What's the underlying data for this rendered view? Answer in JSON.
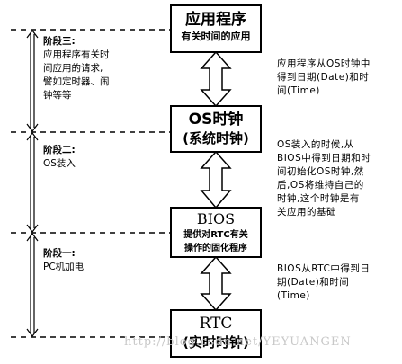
{
  "boxes": {
    "app": {
      "title": "应用程序",
      "subtitle": "有关时间的应用"
    },
    "os": {
      "title": "OS时钟",
      "subtitle": "(系统时钟)"
    },
    "bios": {
      "title": "BIOS",
      "line2": "提供对RTC有关",
      "line3": "操作的固化程序"
    },
    "rtc": {
      "title": "RTC",
      "subtitle": "(实时时钟)"
    }
  },
  "stages": {
    "three": {
      "title": "阶段三:",
      "lines": [
        "应用程序有关时",
        "间应用的请求,",
        "譬如定时器、闹",
        "钟等等"
      ]
    },
    "two": {
      "title": "阶段二:",
      "lines": [
        "OS装入"
      ]
    },
    "one": {
      "title": "阶段一:",
      "lines": [
        "PC机加电"
      ]
    }
  },
  "notes": {
    "app_os": [
      "应用程序从OS时钟中",
      "得到日期(Date)和时",
      "间(Time)"
    ],
    "os_bios": [
      "OS装入的时候,从",
      "BIOS中得到日期和时",
      "间初始化OS时钟,然",
      "后,OS将维持自己的",
      "时钟,这个时钟是有",
      "关应用的基础"
    ],
    "bios_rtc": [
      "BIOS从RTC中得到日",
      "期(Date)和时间",
      "(Time)"
    ]
  },
  "watermark": "http://blog.csdn.net/YEYUANGEN"
}
